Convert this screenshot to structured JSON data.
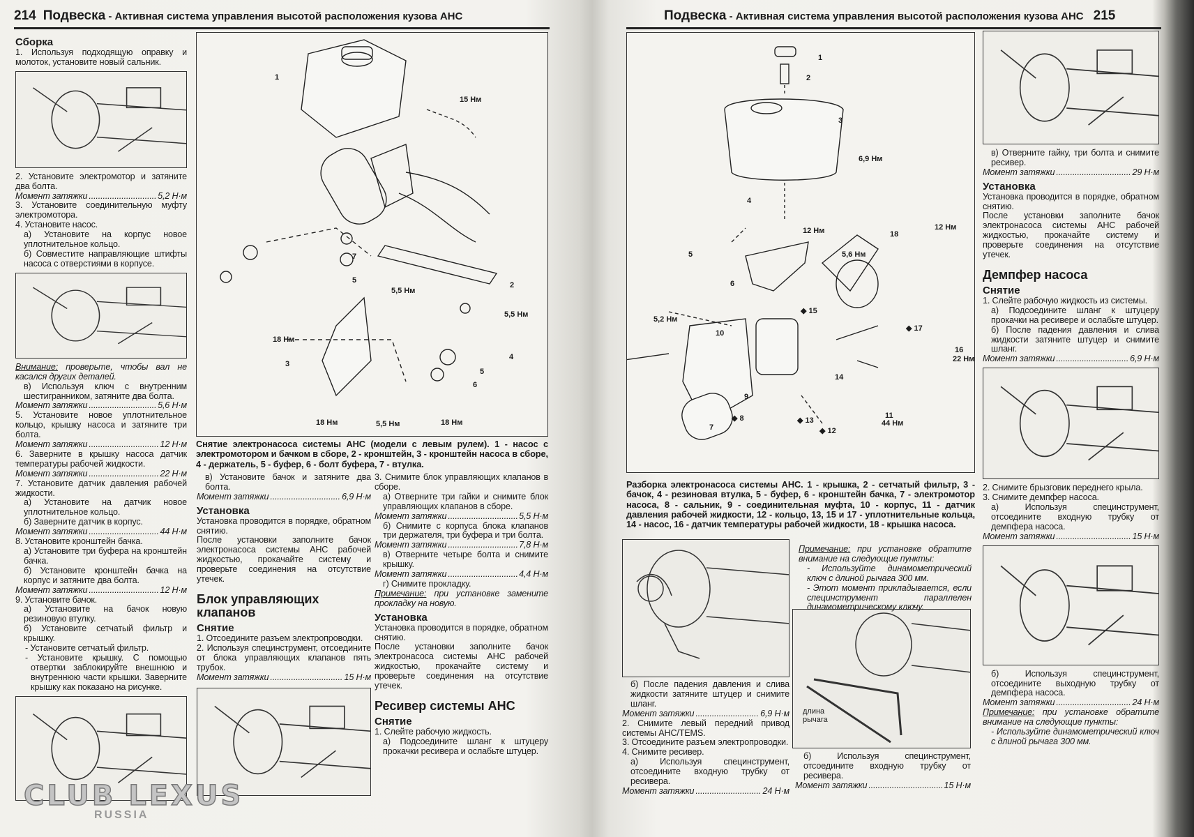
{
  "torque_label": "Момент затяжки",
  "left_page": {
    "number": "214",
    "title_main": "Подвеска",
    "title_sub": " - Активная система управления высотой расположения кузова АНС"
  },
  "right_page": {
    "number": "215",
    "title_main": "Подвеска",
    "title_sub": " - Активная система управления высотой расположения кузова АНС"
  },
  "figures": {
    "left_main": {
      "caption": "Снятие электронасоса системы АНС (модели с левым рулем). 1 - насос с электромотором и бачком в сборе, 2 - кронштейн, 3 - кронштейн насоса в сборе, 4 - держатель, 5 - буфер, 6 - болт буфера, 7 - втулка.",
      "labels": [
        "1",
        "15 Нм",
        "7",
        "5",
        "5,5 Нм",
        "2",
        "5,5 Нм",
        "18 Нм",
        "3",
        "4",
        "5",
        "6",
        "18 Нм",
        "5,5 Нм",
        "18 Нм"
      ]
    },
    "right_main": {
      "caption": "Разборка электронасоса системы АНС. 1 - крышка, 2 - сетчатый фильтр, 3 - бачок, 4 - резиновая втулка, 5 - буфер, 6 - кронштейн бачка, 7 - электромотор насоса, 8 - сальник, 9 - соединительная муфта, 10 - корпус, 11 - датчик давления рабочей жидкости, 12 - кольцо, 13, 15 и 17 - уплотнительные кольца, 14 - насос, 16 - датчик температуры рабочей жидкости, 18 - крышка насоса.",
      "labels": [
        "1",
        "2",
        "3",
        "6,9 Нм",
        "4",
        "12 Нм",
        "12 Нм",
        "18",
        "5",
        "5,6 Нм",
        "6",
        "◆ 15",
        "5,2 Нм",
        "◆ 17",
        "10",
        "16",
        "22 Нм",
        "14",
        "9",
        "◆ 8",
        "7",
        "◆ 13",
        "◆ 12",
        "11",
        "44 Нм"
      ]
    },
    "photo_lever": {
      "label": "длина рычага"
    }
  },
  "columns": {
    "L1": [
      {
        "type": "h3",
        "text": "Сборка"
      },
      {
        "type": "p",
        "text": "1. Используя подходящую оправку и молоток, установите новый сальник."
      },
      {
        "type": "fig",
        "id": "l1"
      },
      {
        "type": "p",
        "text": "2. Установите электромотор и затяните два болта."
      },
      {
        "type": "torque",
        "value": "5,2 Н·м"
      },
      {
        "type": "p",
        "text": "3. Установите соединительную муфту электромотора."
      },
      {
        "type": "p",
        "text": "4. Установите насос."
      },
      {
        "type": "ind",
        "text": "а) Установите на корпус новое уплотнительное кольцо."
      },
      {
        "type": "ind",
        "text": "б) Совместите направляющие штифты насоса с отверстиями в корпусе."
      },
      {
        "type": "fig",
        "id": "l2"
      },
      {
        "type": "note",
        "label": "Внимание:",
        "text": " проверьте, чтобы вал не касался других деталей."
      },
      {
        "type": "ind",
        "text": "в) Используя ключ с внутренним шестигранником, затяните два болта."
      },
      {
        "type": "torque",
        "value": "5,6 Н·м"
      },
      {
        "type": "p",
        "text": "5. Установите новое уплотнительное кольцо, крышку насоса и затяните три болта."
      },
      {
        "type": "torque",
        "value": "12 Н·м"
      },
      {
        "type": "p",
        "text": "6. Заверните в крышку насоса датчик температуры рабочей жидкости."
      },
      {
        "type": "torque",
        "value": "22 Н·м"
      },
      {
        "type": "p",
        "text": "7. Установите датчик давления рабочей жидкости."
      },
      {
        "type": "ind",
        "text": "а) Установите на датчик новое уплотнительное кольцо."
      },
      {
        "type": "ind",
        "text": "б) Заверните датчик в корпус."
      },
      {
        "type": "torque",
        "value": "44 Н·м"
      },
      {
        "type": "p",
        "text": "8. Установите кронштейн бачка."
      },
      {
        "type": "ind",
        "text": "а) Установите три буфера на кронштейн бачка."
      },
      {
        "type": "ind",
        "text": "б) Установите кронштейн бачка на корпус и затяните два болта."
      },
      {
        "type": "torque",
        "value": "12 Н·м"
      },
      {
        "type": "p",
        "text": "9. Установите бачок."
      },
      {
        "type": "ind",
        "text": "а) Установите на бачок новую резиновую втулку."
      },
      {
        "type": "ind",
        "text": "б) Установите сетчатый фильтр и крышку."
      },
      {
        "type": "ind2",
        "text": "- Установите сетчатый фильтр."
      },
      {
        "type": "ind2",
        "text": "- Установите крышку. С помощью отвертки заблокируйте внешнюю и внутреннюю части крышки. Заверните крышку как показано на рисунке."
      },
      {
        "type": "fig",
        "id": "l3"
      }
    ],
    "L2": [
      {
        "type": "ind",
        "text": "в) Установите бачок и затяните два болта."
      },
      {
        "type": "torque",
        "value": "6,9 Н·м"
      },
      {
        "type": "h3",
        "text": "Установка"
      },
      {
        "type": "p",
        "text": "Установка проводится в порядке, обратном снятию."
      },
      {
        "type": "p",
        "text": "После установки заполните бачок электронасоса системы АНС рабочей жидкостью, прокачайте систему и проверьте соединения на отсутствие утечек."
      },
      {
        "type": "h2",
        "text": "Блок управляющих клапанов"
      },
      {
        "type": "h3",
        "text": "Снятие"
      },
      {
        "type": "p",
        "text": "1. Отсоедините разъем электропроводки."
      },
      {
        "type": "p",
        "text": "2. Используя специнструмент, отсоедините от блока управляющих клапанов пять трубок."
      },
      {
        "type": "torque",
        "value": "15 Н·м"
      },
      {
        "type": "fig",
        "id": "m1"
      }
    ],
    "L3": [
      {
        "type": "p",
        "text": "3. Снимите блок управляющих клапанов в сборе."
      },
      {
        "type": "ind",
        "text": "а) Отверните три гайки и снимите блок управляющих клапанов в сборе."
      },
      {
        "type": "torque",
        "value": "5,5 Н·м"
      },
      {
        "type": "ind",
        "text": "б) Снимите с корпуса блока клапанов три держателя, три буфера и три болта."
      },
      {
        "type": "torque",
        "value": "7,8 Н·м"
      },
      {
        "type": "ind",
        "text": "в) Отверните четыре болта и снимите крышку."
      },
      {
        "type": "torque",
        "value": "4,4 Н·м"
      },
      {
        "type": "ind",
        "text": "г) Снимите прокладку."
      },
      {
        "type": "note",
        "label": "Примечание:",
        "text": " при установке замените прокладку на новую."
      },
      {
        "type": "h3",
        "text": "Установка"
      },
      {
        "type": "p",
        "text": "Установка проводится в порядке, обратном снятию."
      },
      {
        "type": "p",
        "text": "После установки заполните бачок электронасоса системы АНС рабочей жидкостью, прокачайте систему и проверьте соединения на отсутствие утечек."
      },
      {
        "type": "h2",
        "text": "Ресивер системы АНС"
      },
      {
        "type": "h3",
        "text": "Снятие"
      },
      {
        "type": "p",
        "text": "1. Слейте рабочую жидкость."
      },
      {
        "type": "ind",
        "text": "а) Подсоедините шланг к штуцеру прокачки ресивера и ослабьте штуцер."
      }
    ],
    "R1": [
      {
        "type": "ind",
        "text": "б) После падения давления и слива жидкости затяните штуцер и снимите шланг."
      },
      {
        "type": "torque",
        "value": "6,9 Н·м"
      },
      {
        "type": "p",
        "text": "2. Снимите левый передний привод системы AHC/TEMS."
      },
      {
        "type": "p",
        "text": "3. Отсоедините разъем электропроводки."
      },
      {
        "type": "p",
        "text": "4. Снимите ресивер."
      },
      {
        "type": "ind",
        "text": "а) Используя специнструмент, отсоедините входную трубку от ресивера."
      },
      {
        "type": "torque",
        "value": "24 Н·м"
      }
    ],
    "R2": [
      {
        "type": "note",
        "label": "Примечание:",
        "text": " при установке обратите внимание на следующие пункты:"
      },
      {
        "type": "it",
        "text": "- Используйте динамометрический ключ с длиной рычага 300 мм."
      },
      {
        "type": "it",
        "text": "- Этот момент прикладывается, если специнструмент параллелен динамометрическому ключу."
      }
    ],
    "R3": [
      {
        "type": "ind",
        "text": "б) Используя специнструмент, отсоедините входную трубку от ресивера."
      },
      {
        "type": "torque",
        "value": "15 Н·м"
      }
    ],
    "R4": [
      {
        "type": "fig",
        "id": "r1"
      },
      {
        "type": "ind",
        "text": "в) Отверните гайку, три болта и снимите ресивер."
      },
      {
        "type": "torque",
        "value": "29 Н·м"
      },
      {
        "type": "h3",
        "text": "Установка"
      },
      {
        "type": "p",
        "text": "Установка проводится в порядке, обратном снятию."
      },
      {
        "type": "p",
        "text": "После установки заполните бачок электронасоса системы АНС рабочей жидкостью, прокачайте систему и проверьте соединения на отсутствие утечек."
      },
      {
        "type": "h2",
        "text": "Демпфер насоса"
      },
      {
        "type": "h3",
        "text": "Снятие"
      },
      {
        "type": "p",
        "text": "1. Слейте рабочую жидкость из системы."
      },
      {
        "type": "ind",
        "text": "а) Подсоедините шланг к штуцеру прокачки на ресивере и ослабьте штуцер."
      },
      {
        "type": "ind",
        "text": "б) После падения давления и слива жидкости затяните штуцер и снимите шланг."
      },
      {
        "type": "torque",
        "value": "6,9 Н·м"
      },
      {
        "type": "fig",
        "id": "r2"
      },
      {
        "type": "p",
        "text": "2. Снимите брызговик переднего крыла."
      },
      {
        "type": "p",
        "text": "3. Снимите демпфер насоса."
      },
      {
        "type": "ind",
        "text": "а) Используя специнструмент, отсоедините входную трубку от демпфера насоса."
      },
      {
        "type": "torque",
        "value": "15 Н·м"
      },
      {
        "type": "fig",
        "id": "r3"
      },
      {
        "type": "ind",
        "text": "б) Используя специнструмент, отсоедините выходную трубку от демпфера насоса."
      },
      {
        "type": "torque",
        "value": "24 Н·м"
      },
      {
        "type": "note",
        "label": "Примечание:",
        "text": " при установке обратите внимание на следующие пункты:"
      },
      {
        "type": "it",
        "text": "- Используйте динамометрический ключ с длиной рычага 300 мм."
      }
    ]
  },
  "watermark": {
    "line1": "CLUB LEXUS",
    "line2": "RUSSIA"
  }
}
